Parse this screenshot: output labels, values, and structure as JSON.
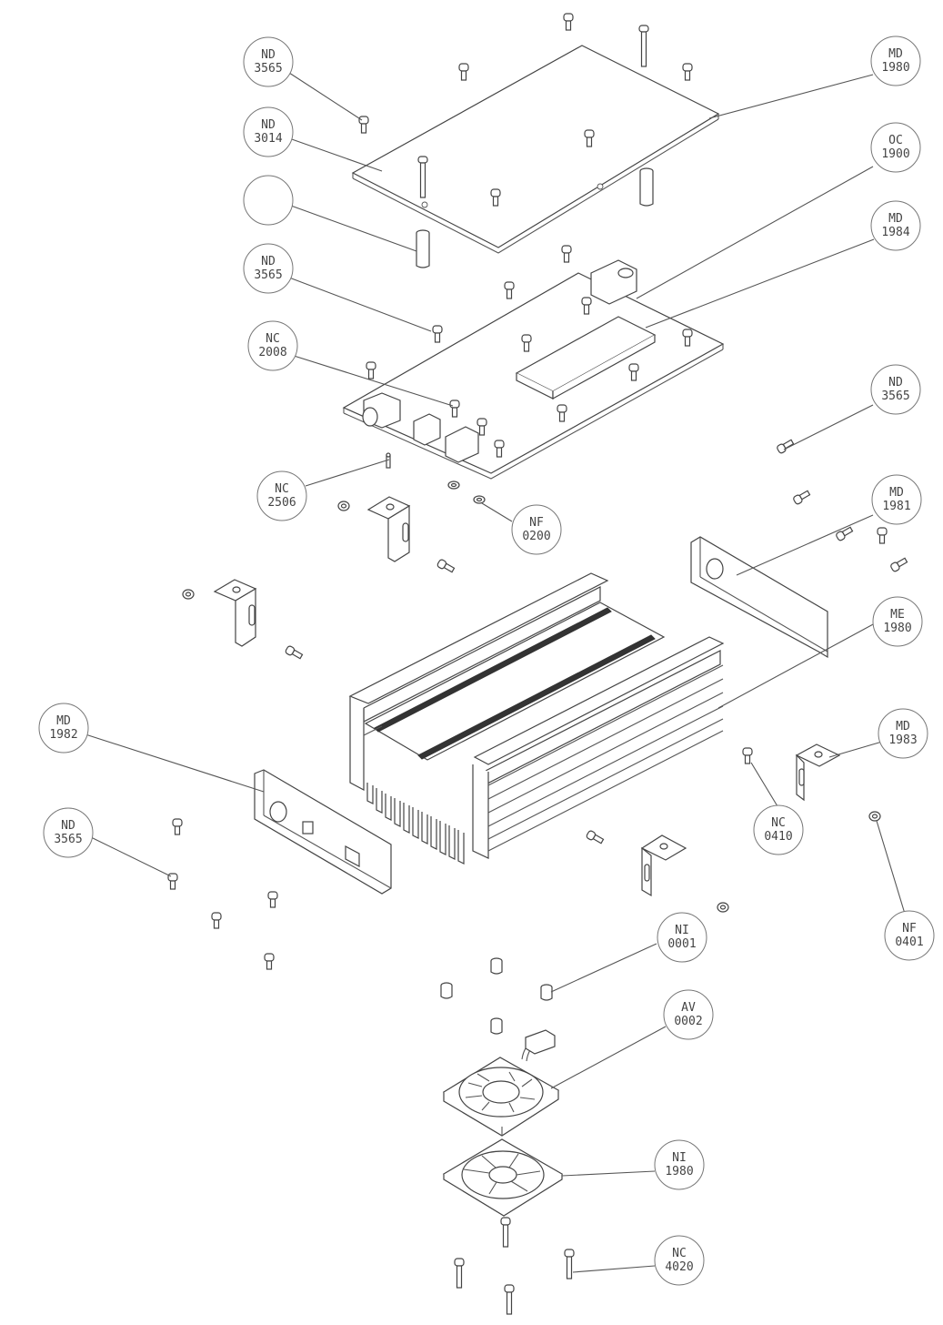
{
  "drawing": {
    "background": "#ffffff",
    "line_color": "#555555",
    "callouts": [
      {
        "id": "nd3565-a",
        "line1": "ND",
        "line2": "3565"
      },
      {
        "id": "md1980",
        "line1": "MD",
        "line2": "1980"
      },
      {
        "id": "nd3014",
        "line1": "ND",
        "line2": "3014"
      },
      {
        "id": "oc1900",
        "line1": "OC",
        "line2": "1900"
      },
      {
        "id": "blank",
        "line1": "",
        "line2": ""
      },
      {
        "id": "md1984",
        "line1": "MD",
        "line2": "1984"
      },
      {
        "id": "nd3565-b",
        "line1": "ND",
        "line2": "3565"
      },
      {
        "id": "nc2008",
        "line1": "NC",
        "line2": "2008"
      },
      {
        "id": "nd3565-c",
        "line1": "ND",
        "line2": "3565"
      },
      {
        "id": "nc2506",
        "line1": "NC",
        "line2": "2506"
      },
      {
        "id": "nf0200",
        "line1": "NF",
        "line2": "0200"
      },
      {
        "id": "md1981",
        "line1": "MD",
        "line2": "1981"
      },
      {
        "id": "me1980",
        "line1": "ME",
        "line2": "1980"
      },
      {
        "id": "md1982",
        "line1": "MD",
        "line2": "1982"
      },
      {
        "id": "md1983",
        "line1": "MD",
        "line2": "1983"
      },
      {
        "id": "nd3565-d",
        "line1": "ND",
        "line2": "3565"
      },
      {
        "id": "nc0410",
        "line1": "NC",
        "line2": "0410"
      },
      {
        "id": "nf0401",
        "line1": "NF",
        "line2": "0401"
      },
      {
        "id": "ni0001",
        "line1": "NI",
        "line2": "0001"
      },
      {
        "id": "av0002",
        "line1": "AV",
        "line2": "0002"
      },
      {
        "id": "ni1980",
        "line1": "NI",
        "line2": "1980"
      },
      {
        "id": "nc4020",
        "line1": "NC",
        "line2": "4020"
      }
    ]
  }
}
